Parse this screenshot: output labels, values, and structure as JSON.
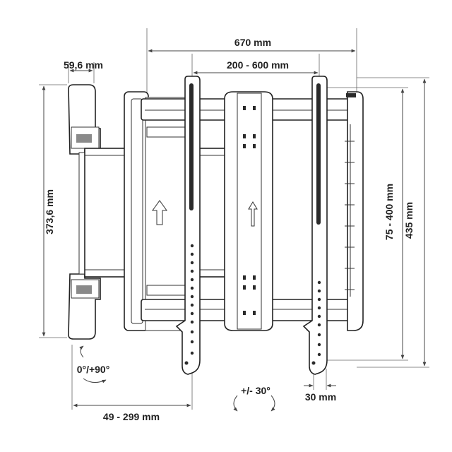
{
  "dimensions": {
    "overall_width": "670 mm",
    "vesa_horizontal": "200 - 600 mm",
    "wall_plate_width": "59,6 mm",
    "wall_plate_height": "373,6 mm",
    "vesa_vertical": "75 - 400 mm",
    "overall_height": "435 mm",
    "arm_depth": "49 - 299 mm",
    "bracket_offset": "30 mm"
  },
  "rotations": {
    "tilt": "0°/+90°",
    "swivel": "+/- 30°"
  },
  "colors": {
    "line": "#222222",
    "dim": "#444444",
    "dark": "#2a2a2a",
    "fill": "#ffffff"
  }
}
